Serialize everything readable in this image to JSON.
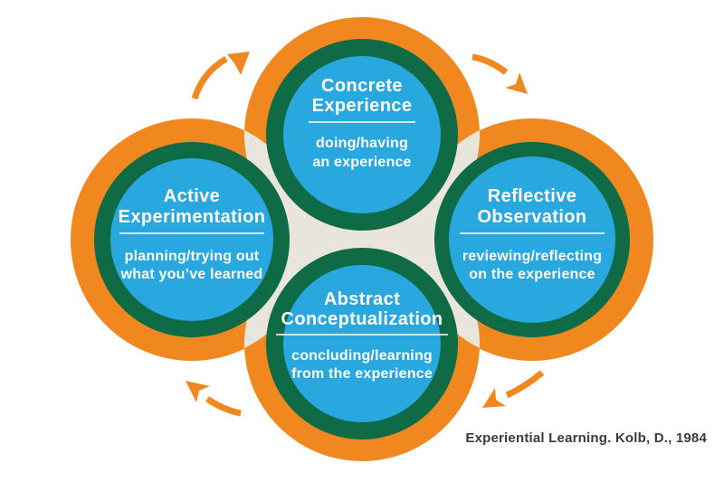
{
  "diagram": {
    "type": "cycle",
    "citation": "Experiential Learning. Kolb, D., 1984",
    "colors": {
      "orange": "#F1881F",
      "blue": "#29A7DF",
      "green": "#0F6B45",
      "beige": "#E9E5DC",
      "node_text": "#FFFFFF",
      "citation_text": "#3A3A3A"
    },
    "nodes": [
      {
        "id": "concrete-experience",
        "position": "top",
        "title1": "Concrete",
        "title2": "Experience",
        "desc1": "doing/having",
        "desc2": "an experience"
      },
      {
        "id": "reflective-observation",
        "position": "right",
        "title1": "Reflective",
        "title2": "Observation",
        "desc1": "reviewing/reflecting",
        "desc2": "on the experience"
      },
      {
        "id": "abstract-conceptualization",
        "position": "bottom",
        "title1": "Abstract",
        "title2": "Conceptualization",
        "desc1": "concluding/learning",
        "desc2": "from the experience"
      },
      {
        "id": "active-experimentation",
        "position": "left",
        "title1": "Active",
        "title2": "Experimentation",
        "desc1": "planning/trying out",
        "desc2": "what you’ve learned"
      }
    ],
    "arrows": [
      {
        "from": "active-experimentation",
        "to": "concrete-experience"
      },
      {
        "from": "concrete-experience",
        "to": "reflective-observation"
      },
      {
        "from": "reflective-observation",
        "to": "abstract-conceptualization"
      },
      {
        "from": "abstract-conceptualization",
        "to": "active-experimentation"
      }
    ]
  }
}
